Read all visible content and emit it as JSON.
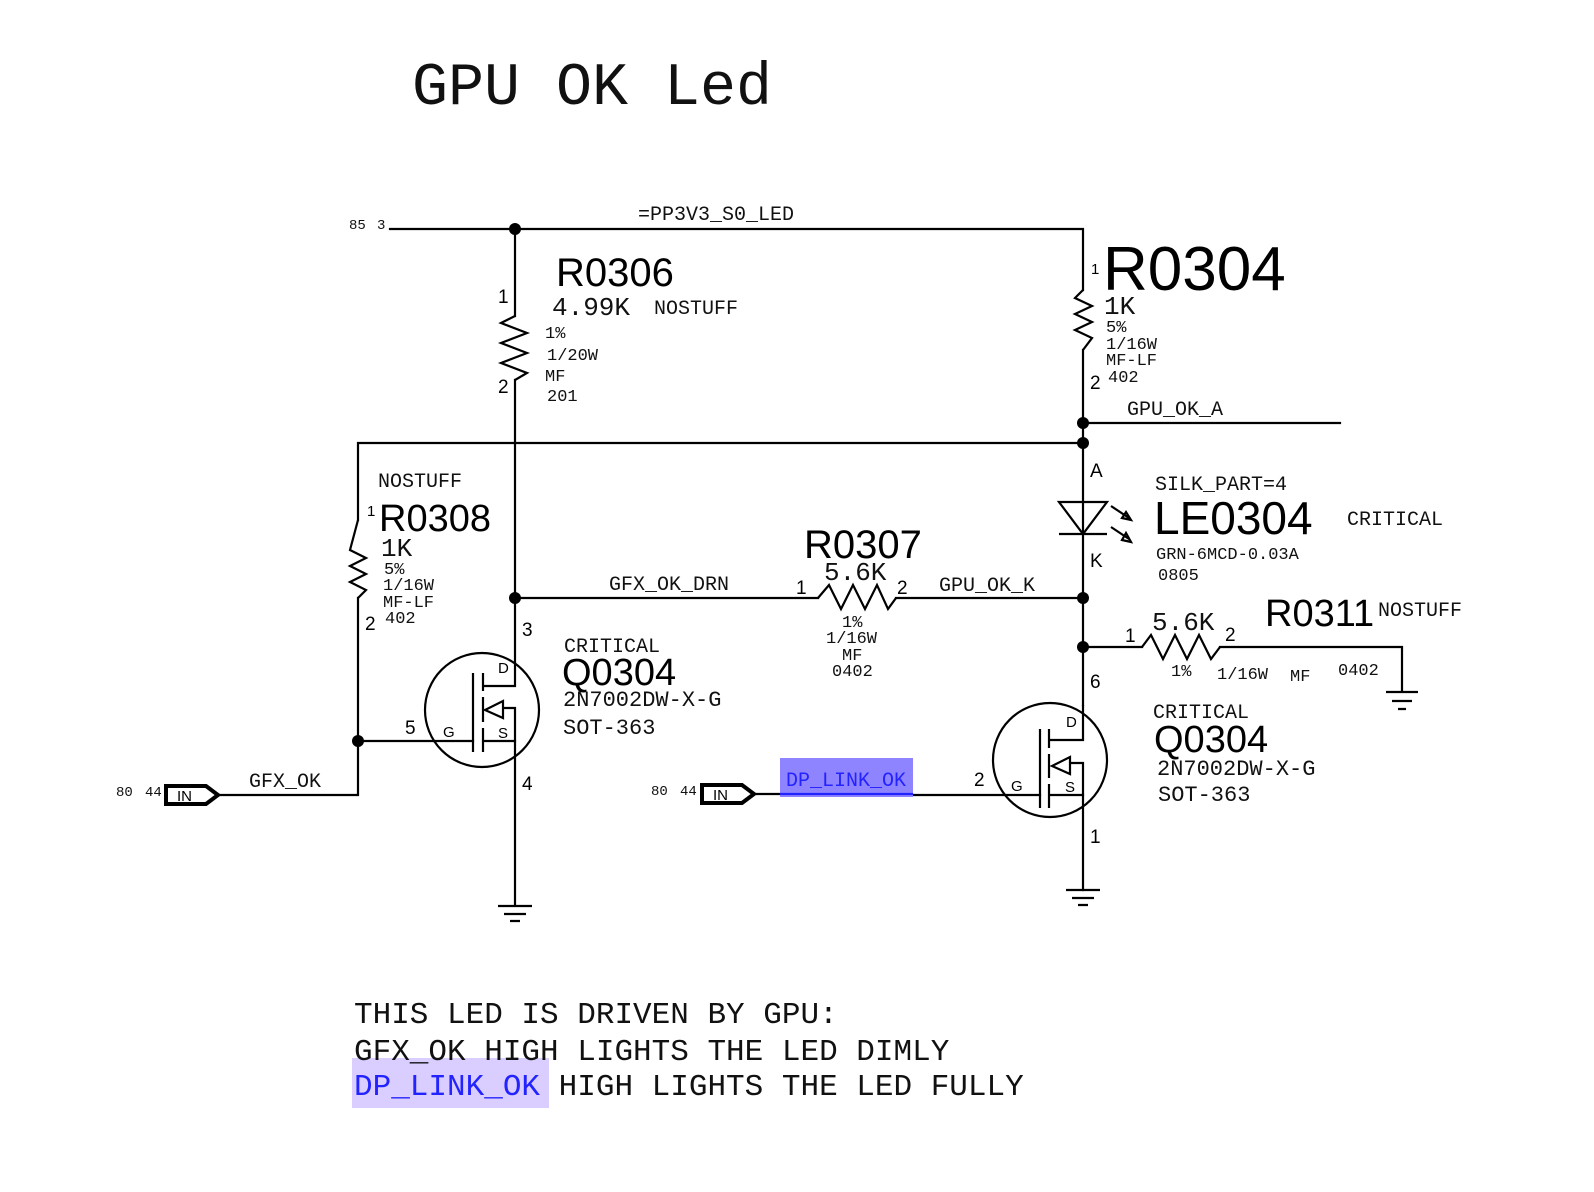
{
  "title": "GPU OK Led",
  "nets": {
    "pp3v3": "=PP3V3_S0_LED",
    "gpu_ok_a": "GPU_OK_A",
    "gfx_ok_drn": "GFX_OK_DRN",
    "gpu_ok_k": "GPU_OK_K",
    "gfx_ok": "GFX_OK",
    "dp_link_ok": "DP_LINK_OK"
  },
  "offpage_refs": {
    "pp3v3": [
      "85",
      "3"
    ],
    "gfx_ok": [
      "80",
      "44"
    ],
    "dp_link_ok": [
      "80",
      "44"
    ]
  },
  "ports": {
    "gfx_ok": "IN",
    "dp_link_ok": "IN"
  },
  "components": {
    "R0306": {
      "ref": "R0306",
      "value": "4.99K",
      "option": "NOSTUFF",
      "tolerance": "1%",
      "power": "1/20W",
      "type": "MF",
      "package": "201",
      "pins": [
        "1",
        "2"
      ]
    },
    "R0304": {
      "ref": "R0304",
      "value": "1K",
      "tolerance": "5%",
      "power": "1/16W",
      "type": "MF-LF",
      "package": "402",
      "pins": [
        "1",
        "2"
      ]
    },
    "R0308": {
      "ref": "R0308",
      "value": "1K",
      "option": "NOSTUFF",
      "tolerance": "5%",
      "power": "1/16W",
      "type": "MF-LF",
      "package": "402",
      "pins": [
        "1",
        "2"
      ]
    },
    "R0307": {
      "ref": "R0307",
      "value": "5.6K",
      "tolerance": "1%",
      "power": "1/16W",
      "type": "MF",
      "package": "0402",
      "pins": [
        "1",
        "2"
      ]
    },
    "R0311": {
      "ref": "R0311",
      "value": "5.6K",
      "option": "NOSTUFF",
      "tolerance": "1%",
      "power": "1/16W",
      "type": "MF",
      "package": "0402",
      "pins": [
        "1",
        "2"
      ]
    },
    "LE0304": {
      "ref": "LE0304",
      "silk": "SILK_PART=4",
      "option": "CRITICAL",
      "part": "GRN-6MCD-0.03A",
      "package": "0805",
      "pins": [
        "A",
        "K"
      ]
    },
    "Q0304_A": {
      "ref": "Q0304",
      "option": "CRITICAL",
      "part": "2N7002DW-X-G",
      "package": "SOT-363",
      "pins": {
        "drain": "3",
        "gate": "5",
        "source": "4"
      },
      "terminals": [
        "D",
        "G",
        "S"
      ]
    },
    "Q0304_B": {
      "ref": "Q0304",
      "option": "CRITICAL",
      "part": "2N7002DW-X-G",
      "package": "SOT-363",
      "pins": {
        "drain": "6",
        "gate": "2",
        "source": "1"
      },
      "terminals": [
        "D",
        "G",
        "S"
      ]
    }
  },
  "notes": {
    "line1": "THIS LED IS DRIVEN BY GPU:",
    "line2": "GFX_OK HIGH LIGHTS THE LED DIMLY",
    "line3_highlight": "DP_LINK_OK",
    "line3_rest": " HIGH LIGHTS THE LED FULLY"
  },
  "highlight": {
    "net_selected_fill": "#8f84ff",
    "net_selected_text": "#2323ff",
    "note_highlight_fill": "#d9ceff"
  }
}
